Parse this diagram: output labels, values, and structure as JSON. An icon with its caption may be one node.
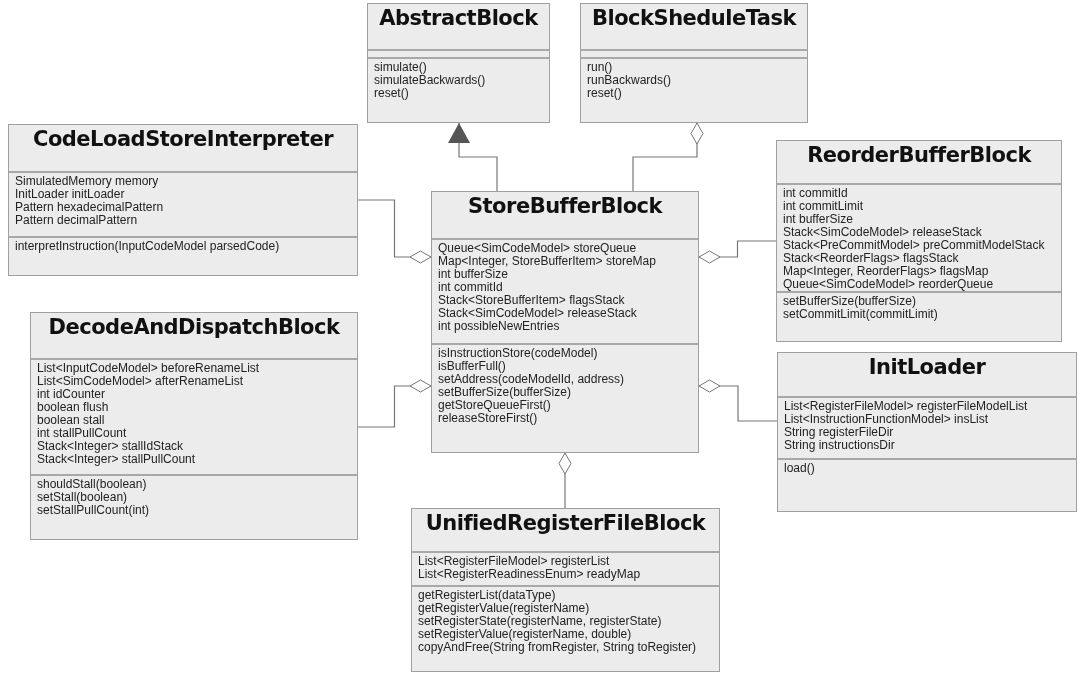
{
  "diagram": {
    "nodes": [
      {
        "text": [
          "AbstractBlock"
        ]
      },
      {
        "text": [],
        "shape": "box",
        "in": 0
      },
      {
        "text": [
          "simulate()",
          "simulateBackwards()",
          "reset()"
        ],
        "in": 0
      },
      {
        "text": [
          "BlockSheduleTask"
        ]
      },
      {
        "text": [],
        "shape": "box",
        "in": 3
      },
      {
        "text": [
          "run()",
          "runBackwards()",
          "reset()"
        ],
        "in": 3
      },
      {
        "text": [
          "CodeLoadStoreInterpreter"
        ]
      },
      {
        "text": [
          "SimulatedMemory memory",
          "InitLoader initLoader",
          "Pattern hexadecimalPattern",
          "Pattern decimalPattern"
        ],
        "in": 6
      },
      {
        "text": [
          "interpretInstruction(InputCodeModel parsedCode)"
        ],
        "in": 6
      },
      {
        "text": [
          "ReorderBufferBlock"
        ]
      },
      {
        "text": [
          "int commitId",
          "int commitLimit",
          "int bufferSize",
          "Stack<SimCodeModel> releaseStack",
          "Stack<PreCommitModel> preCommitModelStack",
          "Stack<ReorderFlags> flagsStack",
          "Map<Integer, ReorderFlags> flagsMap",
          "Queue<SimCodeModel> reorderQueue"
        ],
        "in": 9
      },
      {
        "text": [
          "setBufferSize(bufferSize)",
          "setCommitLimit(commitLimit)"
        ],
        "in": 9
      },
      {
        "text": [
          "StoreBufferBlock"
        ]
      },
      {
        "text": [
          "Queue<SimCodeModel> storeQueue",
          "Map<Integer, StoreBufferItem> storeMap",
          "int bufferSize",
          "int commitId",
          "Stack<StoreBufferItem> flagsStack",
          "Stack<SimCodeModel> releaseStack",
          "int possibleNewEntries"
        ],
        "in": 12
      },
      {
        "text": [
          "isInstructionStore(codeModel)",
          "isBufferFull()",
          "setAddress(codeModelId, address)",
          "setBufferSize(bufferSize)",
          "getStoreQueueFirst()",
          "releaseStoreFirst()"
        ],
        "in": 12
      },
      {
        "text": [
          "DecodeAndDispatchBlock"
        ]
      },
      {
        "text": [
          "List<InputCodeModel> beforeRenameList",
          "List<SimCodeModel> afterRenameList",
          "int idCounter",
          "boolean flush",
          "boolean stall",
          "int stallPullCount",
          "Stack<Integer> stallIdStack",
          "Stack<Integer> stallPullCount"
        ],
        "in": 15
      },
      {
        "text": [
          "shouldStall(boolean)",
          "setStall(boolean)",
          "setStallPullCount(int)"
        ],
        "in": 15
      },
      {
        "text": [
          "InitLoader"
        ]
      },
      {
        "text": [
          "List<RegisterFileModel> registerFileModelList",
          "List<InstructionFunctionModel> insList",
          "String registerFileDir",
          "String instructionsDir"
        ],
        "in": 18
      },
      {
        "text": [
          "load()"
        ],
        "in": 18
      },
      {
        "text": [
          "UnifiedRegisterFileBlock"
        ]
      },
      {
        "text": [
          "List<RegisterFileModel> registerList",
          "List<RegisterReadinessEnum> readyMap"
        ],
        "in": 21
      },
      {
        "text": [
          "getRegisterList(dataType)",
          "getRegisterValue(registerName)",
          "setRegisterState(registerName, registerState)",
          "setRegisterValue(registerName, double)",
          "copyAndFree(String fromRegister, String toRegister)"
        ],
        "in": 21
      }
    ],
    "edges": [
      {
        "from": 12,
        "to": 0,
        "arrow": "to"
      },
      {
        "from": 12,
        "to": 3,
        "arrow": "other"
      },
      {
        "from": 6,
        "to": 12,
        "arrow": "other"
      },
      {
        "from": 9,
        "to": 12,
        "arrow": "other"
      },
      {
        "from": 15,
        "to": 12,
        "arrow": "other"
      },
      {
        "from": 18,
        "to": 12,
        "arrow": "other"
      },
      {
        "from": 21,
        "to": 12,
        "arrow": "other"
      }
    ]
  }
}
